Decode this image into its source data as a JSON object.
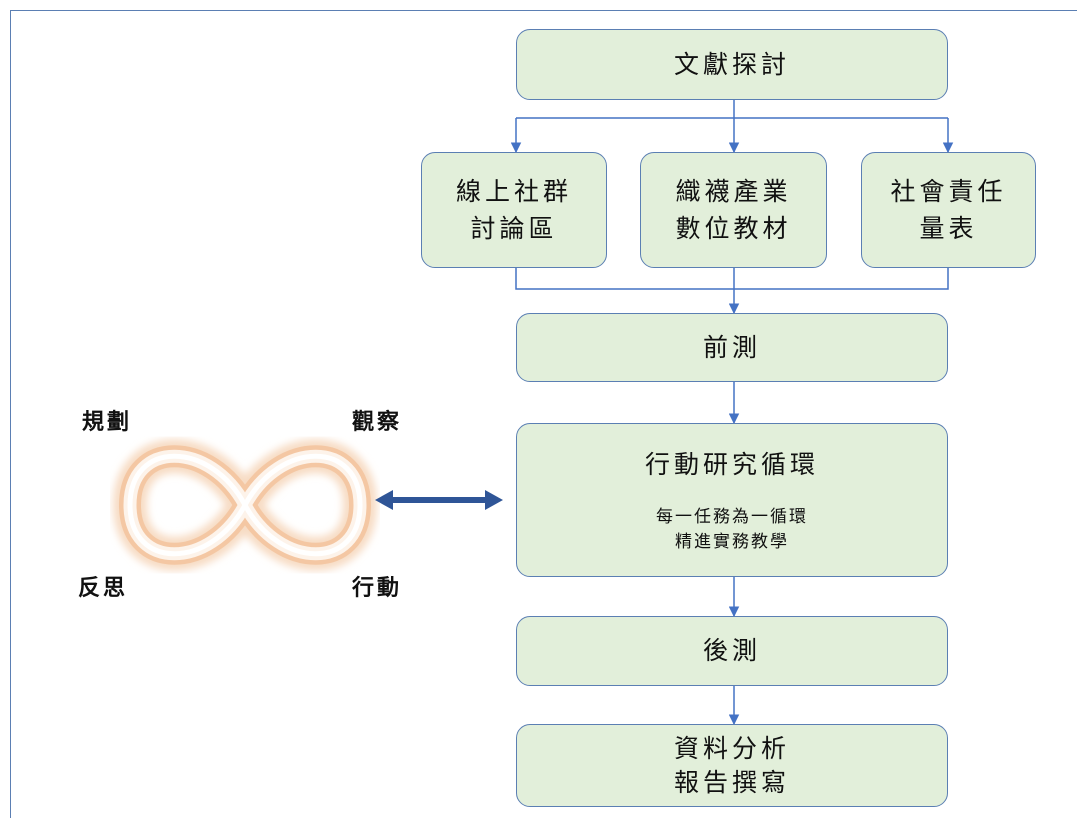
{
  "flow": {
    "lit_review": "文獻探討",
    "branch_1": [
      "線上社群",
      "討論區"
    ],
    "branch_2": [
      "織襪產業",
      "數位教材"
    ],
    "branch_3": [
      "社會責任",
      "量表"
    ],
    "pretest": "前測",
    "cycle": {
      "title": "行動研究循環",
      "note": [
        "每一任務為一循環",
        "精進實務教學"
      ]
    },
    "posttest": "後測",
    "analysis": [
      "資料分析",
      "報告撰寫"
    ]
  },
  "cycle_labels": {
    "plan": "規劃",
    "observe": "觀察",
    "reflect": "反思",
    "act": "行動"
  },
  "colors": {
    "box_fill": "#e2efda",
    "box_border": "#5b7fb3",
    "arrow": "#4472c4",
    "loop": "#f4c7a3"
  },
  "icons": {
    "infinity": "infinity-loop-icon",
    "double_arrow": "double-arrow-icon"
  }
}
